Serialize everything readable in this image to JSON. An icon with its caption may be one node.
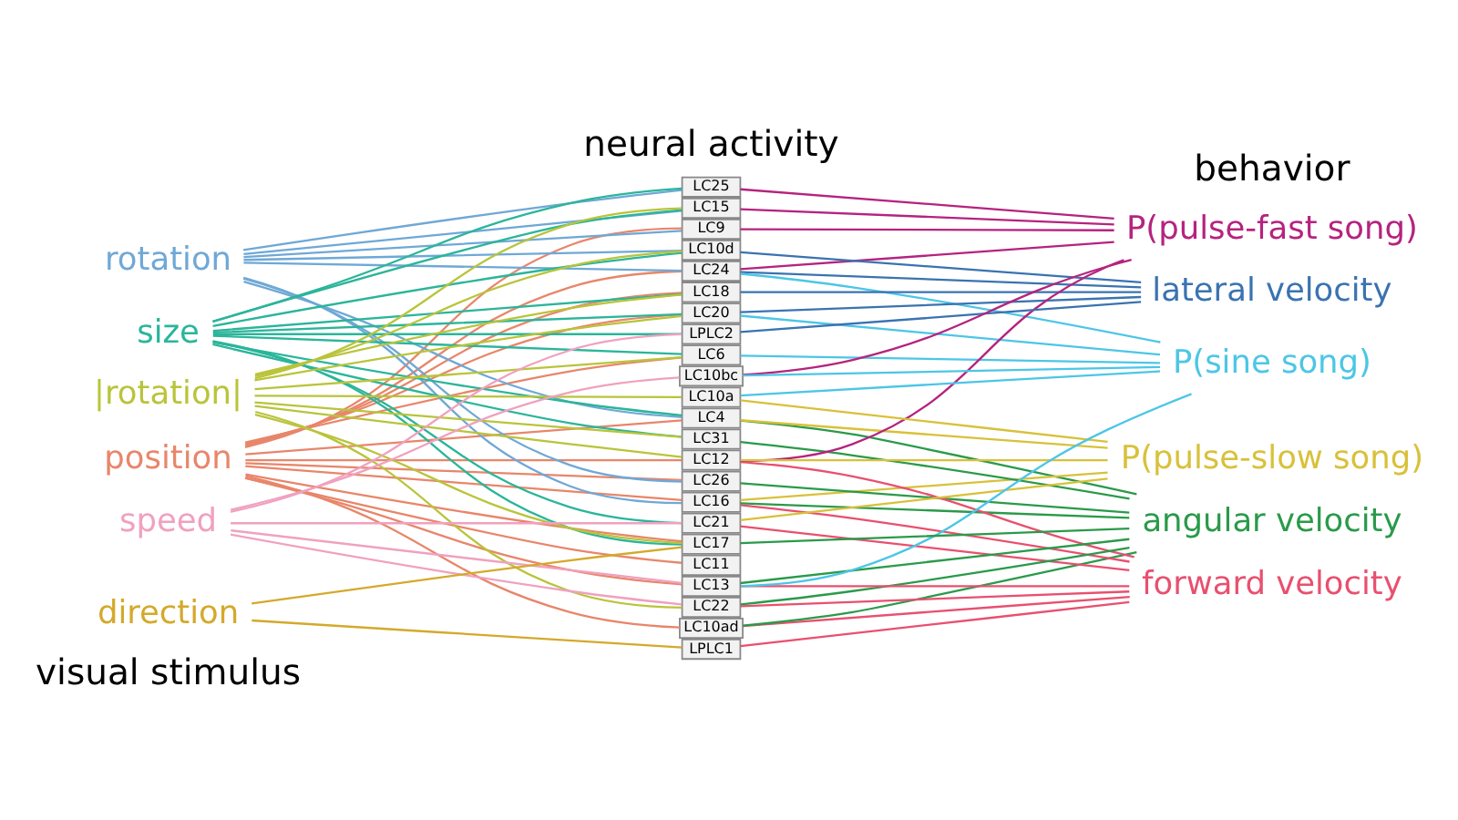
{
  "diagram": {
    "nodes": [
      {
        "text": [
          "position"
        ]
      },
      {
        "text": [
          "rotation"
        ]
      },
      {
        "text": [
          "size"
        ]
      },
      {
        "text": [
          "|rotation|"
        ]
      },
      {
        "text": [
          "speed"
        ]
      },
      {
        "text": [
          "direction"
        ]
      },
      {
        "text": [
          "LC11"
        ]
      },
      {
        "text": [
          "LC10ad"
        ]
      },
      {
        "text": [
          "LC24"
        ]
      },
      {
        "text": [
          "LC9"
        ]
      },
      {
        "text": [
          "LC4"
        ]
      },
      {
        "text": [
          "LC16"
        ]
      },
      {
        "text": [
          "LC26"
        ]
      },
      {
        "text": [
          "LC25"
        ]
      },
      {
        "text": [
          "LC6"
        ]
      },
      {
        "text": [
          "LC10d"
        ]
      },
      {
        "text": [
          "LC18"
        ]
      },
      {
        "text": [
          "LC31"
        ]
      },
      {
        "text": [
          "LC20"
        ]
      },
      {
        "text": [
          "LC12"
        ]
      },
      {
        "text": [
          "LC10a"
        ]
      },
      {
        "text": [
          "LC15"
        ]
      },
      {
        "text": [
          "LC21"
        ]
      },
      {
        "text": [
          "LC22"
        ]
      },
      {
        "text": [
          "LPLC2"
        ]
      },
      {
        "text": [
          "LC13"
        ]
      },
      {
        "text": [
          "LC10bc"
        ]
      },
      {
        "text": [
          "LC17"
        ]
      },
      {
        "text": [
          "LPLC1"
        ]
      },
      {
        "text": [
          "forward velocity"
        ]
      },
      {
        "text": [
          "angular velocity"
        ]
      },
      {
        "text": [
          "lateral velocity"
        ]
      },
      {
        "text": [
          "P(pulse-fast song)"
        ]
      },
      {
        "text": [
          "P(pulse-slow song)"
        ]
      },
      {
        "text": [
          "P(sine song)"
        ]
      }
    ],
    "edges": [
      {
        "from": 0,
        "to": 6,
        "arrow": "none",
        "color": "#e8866a"
      },
      {
        "from": 0,
        "to": 7,
        "arrow": "none",
        "color": "#e8866a"
      },
      {
        "from": 0,
        "to": 8,
        "arrow": "none",
        "color": "#e8866a"
      },
      {
        "from": 0,
        "to": 9,
        "arrow": "none",
        "color": "#e8866a"
      },
      {
        "from": 0,
        "to": 10,
        "arrow": "none",
        "color": "#e8866a"
      },
      {
        "from": 0,
        "to": 11,
        "arrow": "none",
        "color": "#e8866a"
      },
      {
        "from": 0,
        "to": 12,
        "arrow": "none",
        "color": "#e8866a"
      },
      {
        "from": 0,
        "to": 14,
        "arrow": "none",
        "color": "#e8866a"
      },
      {
        "from": 0,
        "to": 16,
        "arrow": "none",
        "color": "#e8866a"
      },
      {
        "from": 0,
        "to": 18,
        "arrow": "none",
        "color": "#e8866a"
      },
      {
        "from": 0,
        "to": 19,
        "arrow": "none",
        "color": "#e8866a"
      },
      {
        "from": 0,
        "to": 25,
        "arrow": "none",
        "color": "#e8866a"
      },
      {
        "from": 0,
        "to": 27,
        "arrow": "none",
        "color": "#e8866a"
      },
      {
        "from": 1,
        "to": 8,
        "arrow": "none",
        "color": "#6fa8d6"
      },
      {
        "from": 1,
        "to": 9,
        "arrow": "none",
        "color": "#6fa8d6"
      },
      {
        "from": 1,
        "to": 10,
        "arrow": "none",
        "color": "#6fa8d6"
      },
      {
        "from": 1,
        "to": 11,
        "arrow": "none",
        "color": "#6fa8d6"
      },
      {
        "from": 1,
        "to": 12,
        "arrow": "none",
        "color": "#6fa8d6"
      },
      {
        "from": 1,
        "to": 13,
        "arrow": "none",
        "color": "#6fa8d6"
      },
      {
        "from": 1,
        "to": 15,
        "arrow": "none",
        "color": "#6fa8d6"
      },
      {
        "from": 1,
        "to": 21,
        "arrow": "none",
        "color": "#6fa8d6"
      },
      {
        "from": 2,
        "to": 10,
        "arrow": "none",
        "color": "#2bb59a"
      },
      {
        "from": 2,
        "to": 13,
        "arrow": "none",
        "color": "#2bb59a"
      },
      {
        "from": 2,
        "to": 14,
        "arrow": "none",
        "color": "#2bb59a"
      },
      {
        "from": 2,
        "to": 15,
        "arrow": "none",
        "color": "#2bb59a"
      },
      {
        "from": 2,
        "to": 16,
        "arrow": "none",
        "color": "#2bb59a"
      },
      {
        "from": 2,
        "to": 17,
        "arrow": "none",
        "color": "#2bb59a"
      },
      {
        "from": 2,
        "to": 18,
        "arrow": "none",
        "color": "#2bb59a"
      },
      {
        "from": 2,
        "to": 21,
        "arrow": "none",
        "color": "#2bb59a"
      },
      {
        "from": 2,
        "to": 22,
        "arrow": "none",
        "color": "#2bb59a"
      },
      {
        "from": 2,
        "to": 24,
        "arrow": "none",
        "color": "#2bb59a"
      },
      {
        "from": 2,
        "to": 27,
        "arrow": "none",
        "color": "#2bb59a"
      },
      {
        "from": 3,
        "to": 14,
        "arrow": "none",
        "color": "#b9c43a"
      },
      {
        "from": 3,
        "to": 15,
        "arrow": "none",
        "color": "#b9c43a"
      },
      {
        "from": 3,
        "to": 16,
        "arrow": "none",
        "color": "#b9c43a"
      },
      {
        "from": 3,
        "to": 17,
        "arrow": "none",
        "color": "#b9c43a"
      },
      {
        "from": 3,
        "to": 18,
        "arrow": "none",
        "color": "#b9c43a"
      },
      {
        "from": 3,
        "to": 19,
        "arrow": "none",
        "color": "#b9c43a"
      },
      {
        "from": 3,
        "to": 20,
        "arrow": "none",
        "color": "#b9c43a"
      },
      {
        "from": 3,
        "to": 21,
        "arrow": "none",
        "color": "#b9c43a"
      },
      {
        "from": 3,
        "to": 23,
        "arrow": "none",
        "color": "#b9c43a"
      },
      {
        "from": 3,
        "to": 27,
        "arrow": "none",
        "color": "#b9c43a"
      },
      {
        "from": 4,
        "to": 22,
        "arrow": "none",
        "color": "#f0a1bf"
      },
      {
        "from": 4,
        "to": 23,
        "arrow": "none",
        "color": "#f0a1bf"
      },
      {
        "from": 4,
        "to": 24,
        "arrow": "none",
        "color": "#f0a1bf"
      },
      {
        "from": 4,
        "to": 25,
        "arrow": "none",
        "color": "#f0a1bf"
      },
      {
        "from": 4,
        "to": 26,
        "arrow": "none",
        "color": "#f0a1bf"
      },
      {
        "from": 5,
        "to": 27,
        "arrow": "none",
        "color": "#d4a92b"
      },
      {
        "from": 5,
        "to": 28,
        "arrow": "none",
        "color": "#d4a92b"
      },
      {
        "from": 7,
        "to": 29,
        "arrow": "none",
        "color": "#e8506f"
      },
      {
        "from": 11,
        "to": 29,
        "arrow": "none",
        "color": "#e8506f"
      },
      {
        "from": 19,
        "to": 29,
        "arrow": "none",
        "color": "#e8506f"
      },
      {
        "from": 22,
        "to": 29,
        "arrow": "none",
        "color": "#e8506f"
      },
      {
        "from": 23,
        "to": 29,
        "arrow": "none",
        "color": "#e8506f"
      },
      {
        "from": 25,
        "to": 29,
        "arrow": "none",
        "color": "#e8506f"
      },
      {
        "from": 28,
        "to": 29,
        "arrow": "none",
        "color": "#e8506f"
      },
      {
        "from": 7,
        "to": 30,
        "arrow": "none",
        "color": "#2a9a4a"
      },
      {
        "from": 10,
        "to": 30,
        "arrow": "none",
        "color": "#2a9a4a"
      },
      {
        "from": 11,
        "to": 30,
        "arrow": "none",
        "color": "#2a9a4a"
      },
      {
        "from": 12,
        "to": 30,
        "arrow": "none",
        "color": "#2a9a4a"
      },
      {
        "from": 17,
        "to": 30,
        "arrow": "none",
        "color": "#2a9a4a"
      },
      {
        "from": 23,
        "to": 30,
        "arrow": "none",
        "color": "#2a9a4a"
      },
      {
        "from": 25,
        "to": 30,
        "arrow": "none",
        "color": "#2a9a4a"
      },
      {
        "from": 27,
        "to": 30,
        "arrow": "none",
        "color": "#2a9a4a"
      },
      {
        "from": 8,
        "to": 31,
        "arrow": "none",
        "color": "#3a73b0"
      },
      {
        "from": 15,
        "to": 31,
        "arrow": "none",
        "color": "#3a73b0"
      },
      {
        "from": 16,
        "to": 31,
        "arrow": "none",
        "color": "#3a73b0"
      },
      {
        "from": 18,
        "to": 31,
        "arrow": "none",
        "color": "#3a73b0"
      },
      {
        "from": 24,
        "to": 31,
        "arrow": "none",
        "color": "#3a73b0"
      },
      {
        "from": 8,
        "to": 32,
        "arrow": "none",
        "color": "#b5237f"
      },
      {
        "from": 9,
        "to": 32,
        "arrow": "none",
        "color": "#b5237f"
      },
      {
        "from": 13,
        "to": 32,
        "arrow": "none",
        "color": "#b5237f"
      },
      {
        "from": 19,
        "to": 32,
        "arrow": "none",
        "color": "#b5237f"
      },
      {
        "from": 21,
        "to": 32,
        "arrow": "none",
        "color": "#b5237f"
      },
      {
        "from": 26,
        "to": 32,
        "arrow": "none",
        "color": "#b5237f"
      },
      {
        "from": 10,
        "to": 33,
        "arrow": "none",
        "color": "#d8c13a"
      },
      {
        "from": 11,
        "to": 33,
        "arrow": "none",
        "color": "#d8c13a"
      },
      {
        "from": 19,
        "to": 33,
        "arrow": "none",
        "color": "#d8c13a"
      },
      {
        "from": 20,
        "to": 33,
        "arrow": "none",
        "color": "#d8c13a"
      },
      {
        "from": 22,
        "to": 33,
        "arrow": "none",
        "color": "#d8c13a"
      },
      {
        "from": 8,
        "to": 34,
        "arrow": "none",
        "color": "#4cc6e6"
      },
      {
        "from": 14,
        "to": 34,
        "arrow": "none",
        "color": "#4cc6e6"
      },
      {
        "from": 18,
        "to": 34,
        "arrow": "none",
        "color": "#4cc6e6"
      },
      {
        "from": 20,
        "to": 34,
        "arrow": "none",
        "color": "#4cc6e6"
      },
      {
        "from": 25,
        "to": 34,
        "arrow": "none",
        "color": "#4cc6e6"
      },
      {
        "from": 26,
        "to": 34,
        "arrow": "none",
        "color": "#4cc6e6"
      }
    ],
    "labels": [
      "visual stimulus",
      "neural activity",
      "behavior"
    ]
  }
}
